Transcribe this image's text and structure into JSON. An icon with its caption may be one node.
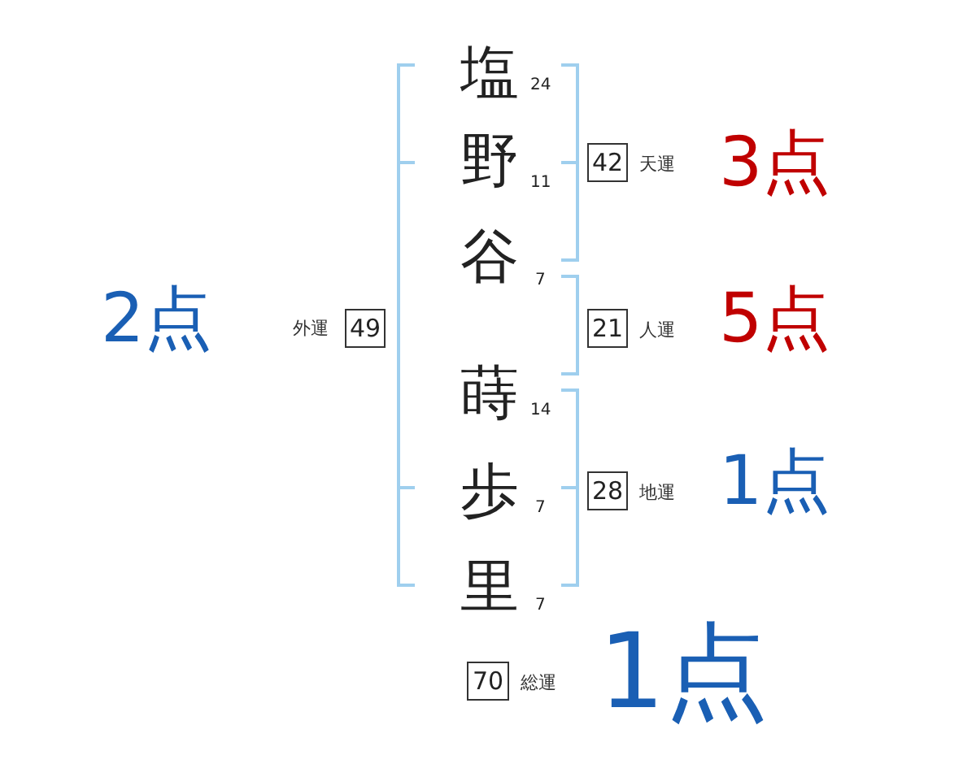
{
  "diagram": {
    "nodes": [
      {
        "text": [
          "42"
        ],
        "beside": [
          "天運",
          "3点"
        ]
      },
      {
        "text": [
          "49"
        ],
        "beside": [
          "外運",
          "2点"
        ]
      },
      {
        "text": [
          "21"
        ],
        "beside": [
          "人運",
          "5点"
        ]
      },
      {
        "text": [
          "28"
        ],
        "beside": [
          "地運",
          "1点"
        ]
      },
      {
        "text": [
          "70"
        ],
        "beside": [
          "総運",
          "1点"
        ]
      }
    ],
    "labels": [
      "塩",
      "24",
      "野",
      "11",
      "谷",
      "7",
      "蒔",
      "14",
      "歩",
      "7",
      "里",
      "7"
    ]
  }
}
